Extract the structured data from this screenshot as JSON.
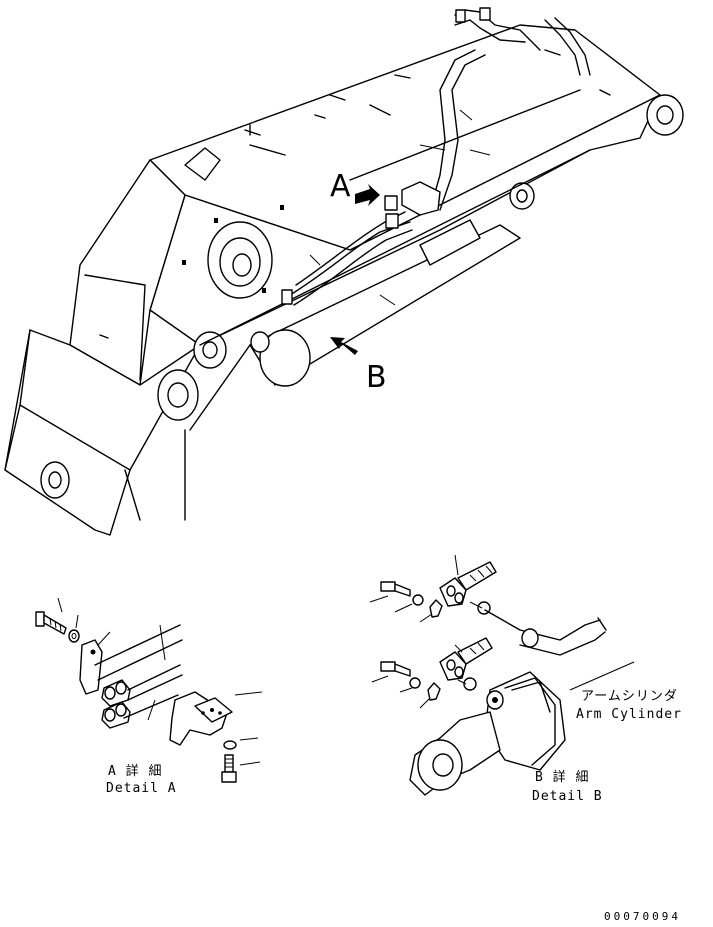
{
  "labels": {
    "view_a": "A",
    "view_b": "B"
  },
  "detail_a": {
    "title_jp": "A 詳 細",
    "title_en": "Detail A"
  },
  "detail_b": {
    "title_jp": "B 詳 細",
    "title_en": "Detail B"
  },
  "callout": {
    "arm_cylinder_jp": "アームシリンダ",
    "arm_cylinder_en": "Arm Cylinder"
  },
  "drawing_number": "00070094"
}
